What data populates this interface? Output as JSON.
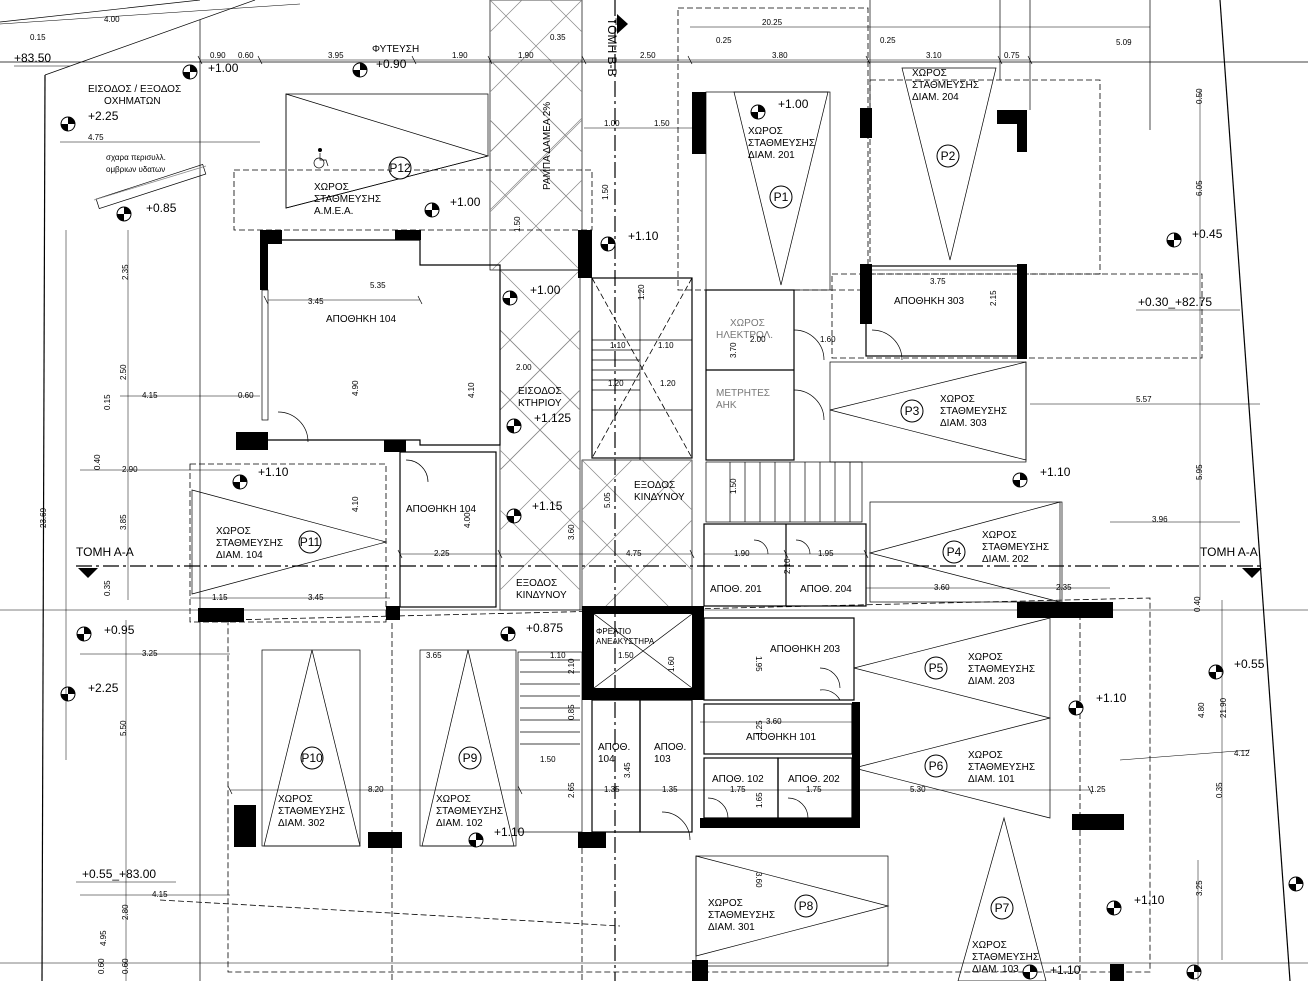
{
  "levels": [
    {
      "id": "lvl-83-50",
      "text": "+83.50"
    },
    {
      "id": "lvl-1-00-top",
      "text": "+1.00"
    },
    {
      "id": "lvl-0-90",
      "text": "+0.90"
    },
    {
      "id": "lvl-2-25-top",
      "text": "+2.25"
    },
    {
      "id": "lvl-0-85",
      "text": "+0.85"
    },
    {
      "id": "lvl-1-00-p12",
      "text": "+1.00"
    },
    {
      "id": "lvl-1-00-p1",
      "text": "+1.00"
    },
    {
      "id": "lvl-1-10-stair",
      "text": "+1.10"
    },
    {
      "id": "lvl-1-00-ramp",
      "text": "+1.00"
    },
    {
      "id": "lvl-0-45",
      "text": "+0.45"
    },
    {
      "id": "lvl-82-75",
      "text": "+0.30_+82.75"
    },
    {
      "id": "lvl-1-125",
      "text": "+1.125"
    },
    {
      "id": "lvl-1-10-p11",
      "text": "+1.10"
    },
    {
      "id": "lvl-1-15",
      "text": "+1.15"
    },
    {
      "id": "lvl-1-10-p3",
      "text": "+1.10"
    },
    {
      "id": "lvl-0-95",
      "text": "+0.95"
    },
    {
      "id": "lvl-0-875",
      "text": "+0.875"
    },
    {
      "id": "lvl-0-55",
      "text": "+0.55"
    },
    {
      "id": "lvl-2-25-left",
      "text": "+2.25"
    },
    {
      "id": "lvl-1-10-p5",
      "text": "+1.10"
    },
    {
      "id": "lvl-1-10-bottom",
      "text": "+1.10"
    },
    {
      "id": "lvl-83-00",
      "text": "+0.55_+83.00"
    },
    {
      "id": "lvl-1-10-p7",
      "text": "+1.10"
    },
    {
      "id": "lvl-1-10-p7b",
      "text": "+1.10"
    }
  ],
  "labels": {
    "entrance_vehicles_1": "ΕΙΣΟΔΟΣ / ΕΞΟΔΟΣ",
    "entrance_vehicles_2": "ΟΧΗΜΑΤΩΝ",
    "planting": "ΦΥΤΕΥΣΗ",
    "grate_1": "σχαρα περισυλλ.",
    "grate_2": "ομβριων υδατων",
    "ramp": "ΡΑΜΠΑ ΔΑΜΕΑ 2%",
    "section_bb": "ΤΟΜΗ Β-Β",
    "section_aa_left": "ΤΟΜΗ Α-Α",
    "section_aa_right": "ΤΟΜΗ Α-Α",
    "storage_104a": "ΑΠΟΘΗΚΗ 104",
    "storage_104b": "ΑΠΟΘΗΚΗ 104",
    "storage_303": "ΑΠΟΘΗΚΗ 303",
    "storage_203": "ΑΠΟΘΗΚΗ 203",
    "storage_101": "ΑΠΟΘΗΚΗ 101",
    "elec_1": "ΧΩΡΟΣ",
    "elec_2": "ΗΛΕΚΤΡΟΛ.",
    "meters_1": "ΜΕΤΡΗΤΕΣ",
    "meters_2": "ΑΗΚ",
    "bldg_entry_1": "ΕΙΣΟΔΟΣ",
    "bldg_entry_2": "ΚΤΗΡΙΟΥ",
    "exit_1": "ΕΞΟΔΟΣ",
    "exit_2": "ΚΙΝΔΥΝΟΥ",
    "exit_b1": "ΕΞΟΔΟΣ",
    "exit_b2": "ΚΙΝΔΥΝΟΥ",
    "apoth_201": "ΑΠΟΘ. 201",
    "apoth_204": "ΑΠΟΘ. 204",
    "apoth_104": "ΑΠΟΘ.",
    "apoth_104n": "104",
    "apoth_103": "ΑΠΟΘ.",
    "apoth_103n": "103",
    "apoth_102": "ΑΠΟΘ. 102",
    "apoth_202": "ΑΠΟΘ. 202",
    "shaft_1": "ΦΡΕΑΤΙΟ",
    "shaft_2": "ΑΝΕΛΚΥΣΤΗΡΑ"
  },
  "spaces": [
    {
      "id": "P1",
      "l1": "ΧΩΡΟΣ",
      "l2": "ΣΤΑΘΜΕΥΣΗΣ",
      "l3": "ΔΙΑΜ. 201"
    },
    {
      "id": "P2",
      "l1": "ΧΩΡΟΣ",
      "l2": "ΣΤΑΘΜΕΥΣΗΣ",
      "l3": "ΔΙΑΜ. 204"
    },
    {
      "id": "P3",
      "l1": "ΧΩΡΟΣ",
      "l2": "ΣΤΑΘΜΕΥΣΗΣ",
      "l3": "ΔΙΑΜ. 303"
    },
    {
      "id": "P4",
      "l1": "ΧΩΡΟΣ",
      "l2": "ΣΤΑΘΜΕΥΣΗΣ",
      "l3": "ΔΙΑΜ. 202"
    },
    {
      "id": "P5",
      "l1": "ΧΩΡΟΣ",
      "l2": "ΣΤΑΘΜΕΥΣΗΣ",
      "l3": "ΔΙΑΜ. 203"
    },
    {
      "id": "P6",
      "l1": "ΧΩΡΟΣ",
      "l2": "ΣΤΑΘΜΕΥΣΗΣ",
      "l3": "ΔΙΑΜ. 101"
    },
    {
      "id": "P7",
      "l1": "ΧΩΡΟΣ",
      "l2": "ΣΤΑΘΜΕΥΣΗΣ",
      "l3": "ΔΙΑΜ. 103"
    },
    {
      "id": "P8",
      "l1": "ΧΩΡΟΣ",
      "l2": "ΣΤΑΘΜΕΥΣΗΣ",
      "l3": "ΔΙΑΜ. 301"
    },
    {
      "id": "P9",
      "l1": "ΧΩΡΟΣ",
      "l2": "ΣΤΑΘΜΕΥΣΗΣ",
      "l3": "ΔΙΑΜ. 102"
    },
    {
      "id": "P10",
      "l1": "ΧΩΡΟΣ",
      "l2": "ΣΤΑΘΜΕΥΣΗΣ",
      "l3": "ΔΙΑΜ. 302"
    },
    {
      "id": "P11",
      "l1": "ΧΩΡΟΣ",
      "l2": "ΣΤΑΘΜΕΥΣΗΣ",
      "l3": "ΔΙΑΜ. 104"
    },
    {
      "id": "P12",
      "l1": "ΧΩΡΟΣ",
      "l2": "ΣΤΑΘΜΕΥΣΗΣ",
      "l3": "Α.Μ.Ε.Α."
    }
  ],
  "dimensions": [
    "4.00",
    "0.15",
    "0.90",
    "0.60",
    "3.95",
    "1.90",
    "1.90",
    "0.35",
    "2.50",
    "20.25",
    "0.25",
    "3.80",
    "0.25",
    "3.10",
    "0.75",
    "5.09",
    "4.75",
    "1.00",
    "1.50",
    "0.50",
    "6.05",
    "1.50",
    "1.50",
    "2.35",
    "5.35",
    "3.45",
    "3.75",
    "2.15",
    "1.20",
    "2.00",
    "1.60",
    "1.10",
    "1.10",
    "3.70",
    "1.20",
    "1.20",
    "2.00",
    "2.50",
    "4.15",
    "0.60",
    "4.90",
    "4.10",
    "5.57",
    "0.15",
    "0.40",
    "2.90",
    "4.10",
    "4.00",
    "3.60",
    "5.05",
    "1.50",
    "5.95",
    "3.96",
    "23.69",
    "3.85",
    "2.25",
    "4.75",
    "1.90",
    "1.95",
    "2.10",
    "3.60",
    "2.35",
    "0.40",
    "0.35",
    "1.15",
    "3.45",
    "3.25",
    "3.65",
    "1.10",
    "2.10",
    "1.50",
    "1.60",
    "1.95",
    "0.85",
    "3.60",
    "1.25",
    "4.80",
    "21.90",
    "4.12",
    "5.50",
    "8.20",
    "1.50",
    "3.45",
    "1.35",
    "1.35",
    "1.75",
    "1.75",
    "1.65",
    "5.30",
    "1.25",
    "0.35",
    "2.65",
    "3.60",
    "4.15",
    "2.80",
    "3.25",
    "4.95",
    "0.60",
    "0.60"
  ]
}
